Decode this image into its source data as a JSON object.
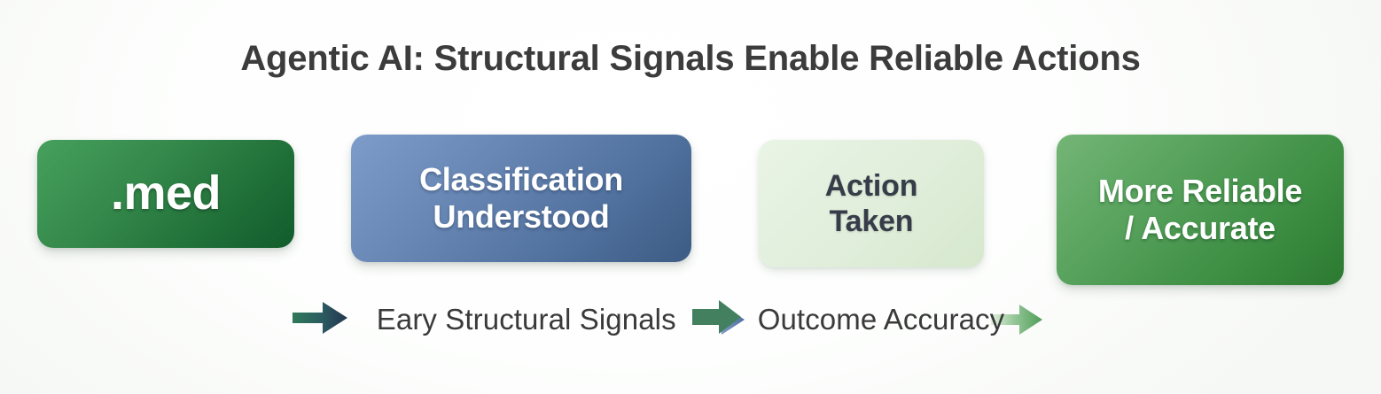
{
  "title": "Agentic AI: Structural Signals Enable Reliable Actions",
  "flow": {
    "nodes": [
      {
        "name": "tld-badge",
        "lines": [
          ".med"
        ],
        "fill_start": "#46a05c",
        "fill_end": "#125c2c",
        "text_color": "#ffffff"
      },
      {
        "name": "classification-understood",
        "lines": [
          "Classification",
          "Understood"
        ],
        "fill_start": "#7d9cc9",
        "fill_end": "#3c5c84",
        "text_color": "#ffffff"
      },
      {
        "name": "action-taken",
        "lines": [
          "Action",
          "Taken"
        ],
        "fill_start": "#e9f4e5",
        "fill_end": "#d6e8ce",
        "text_color": "#373c49"
      },
      {
        "name": "more-reliable-accurate",
        "lines": [
          "More Reliable",
          "/ Accurate"
        ],
        "fill_start": "#74b576",
        "fill_end": "#2c7a31",
        "text_color": "#ffffff"
      }
    ],
    "arrows": [
      {
        "name": "arrow-med-to-classification",
        "color_start": "#2f7a59",
        "color_end": "#24364f"
      },
      {
        "name": "arrow-classification-to-action",
        "color_start": "#c2d2e8",
        "color_end": "#5376ab"
      },
      {
        "name": "arrow-action-to-outcome",
        "color_start": "#d8ecd5",
        "color_end": "#56a05c"
      }
    ]
  },
  "caption": {
    "left_text": "Eary Structural Signals",
    "right_text": "Outcome Accuracy",
    "arrow_icon": "right-block-arrow-icon",
    "arrow_color": "#43805f"
  },
  "colors": {
    "background": "#ffffff",
    "title_text": "#3c3c3c",
    "caption_text": "#3a3a3a"
  }
}
